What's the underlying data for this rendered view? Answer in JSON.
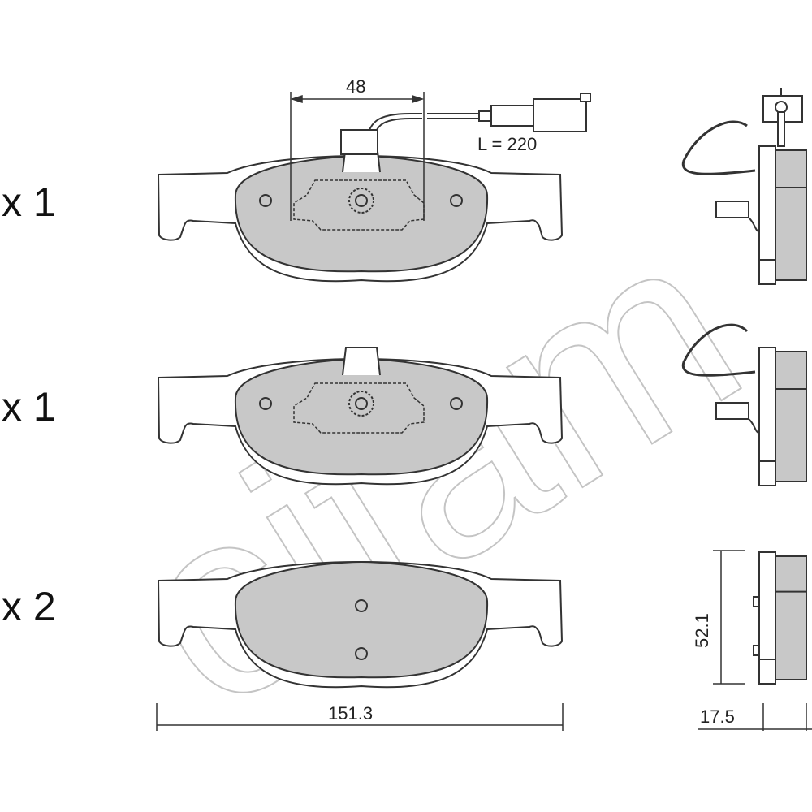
{
  "logo_watermark": "cifam",
  "quantities": [
    "x 1",
    "x 1",
    "x 2"
  ],
  "dimensions": {
    "sensor_width": "48",
    "cable_length": "L = 220",
    "pad_width": "151.3",
    "pad_height": "52.1",
    "pad_thickness": "17.5"
  },
  "colors": {
    "friction": "#c8c8c8",
    "line": "#333333",
    "watermark": "#bdbdbd"
  }
}
